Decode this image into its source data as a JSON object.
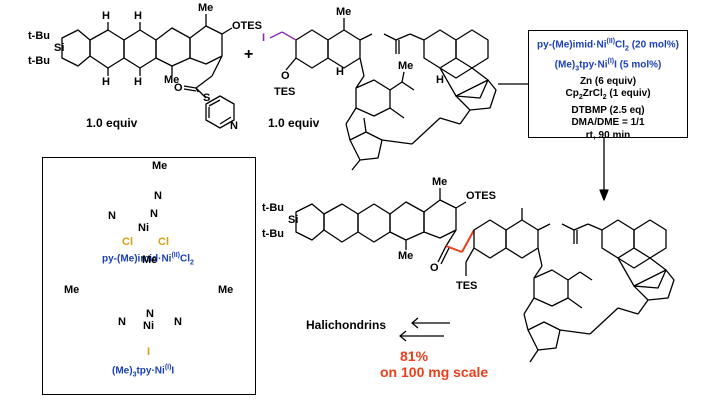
{
  "reactant_left": {
    "equiv": "1.0 equiv",
    "group_t_bu_1": "t-Bu",
    "group_t_bu_2": "t-Bu",
    "si": "Si",
    "otes": "OTES",
    "me_top": "Me",
    "me_bottom": "Me",
    "h_labels": [
      "H",
      "H",
      "H",
      "H"
    ],
    "o": "O",
    "s": "S",
    "n": "N"
  },
  "plus": "+",
  "reactant_right": {
    "equiv": "1.0 equiv",
    "iodo": "I",
    "tes": "TES",
    "o": "O",
    "me": "Me",
    "me2": "Me",
    "h": "H",
    "h2": "H"
  },
  "conditions": {
    "line1": "py-(Me)imid·Ni(II)Cl2 (20 mol%)",
    "line1_a": "py-(Me)imid·Ni",
    "line1_sup": "(II)",
    "line1_b": "Cl",
    "line1_sub": "2",
    "line1_c": " (20 mol%)",
    "line2_a": "(Me)",
    "line2_sub": "3",
    "line2_b": "tpy·Ni",
    "line2_sup": "(I)",
    "line2_c": "I (5 mol%)",
    "line3": "Zn (6 equiv)",
    "line4_a": "Cp",
    "line4_sub1": "2",
    "line4_b": "ZrCl",
    "line4_sub2": "2",
    "line4_c": " (1 equiv)",
    "line5": "DTBMP (2.5 eq)",
    "line6": "DMA/DME = 1/1",
    "line7": "rt, 90 min"
  },
  "catalyst1": {
    "name_a": "py-(Me)imid·Ni",
    "name_sup": "(II)",
    "name_b": "Cl",
    "name_sub": "2",
    "ni": "Ni",
    "cl1": "Cl",
    "cl2": "Cl",
    "n_labels": [
      "N",
      "N",
      "N"
    ],
    "me": "Me"
  },
  "catalyst2": {
    "name_a": "(Me)",
    "name_sub": "3",
    "name_b": "tpy·Ni",
    "name_sup": "(I)",
    "name_c": "I",
    "ni": "Ni",
    "i": "I",
    "me_left": "Me",
    "me_right": "Me",
    "me_top": "Me",
    "n_labels": [
      "N",
      "N",
      "N"
    ]
  },
  "product": {
    "otes": "OTES",
    "me": "Me",
    "me2": "Me",
    "tes": "TES",
    "o": "O",
    "t_bu_1": "t-Bu",
    "t_bu_2": "t-Bu",
    "si": "Si"
  },
  "result": {
    "target": "Halichondrins",
    "yield": "81%",
    "scale": "on 100 mg scale"
  },
  "colors": {
    "blue": "#1a3fb8",
    "red": "#e8401c",
    "iodo": "#8a2bb8"
  }
}
